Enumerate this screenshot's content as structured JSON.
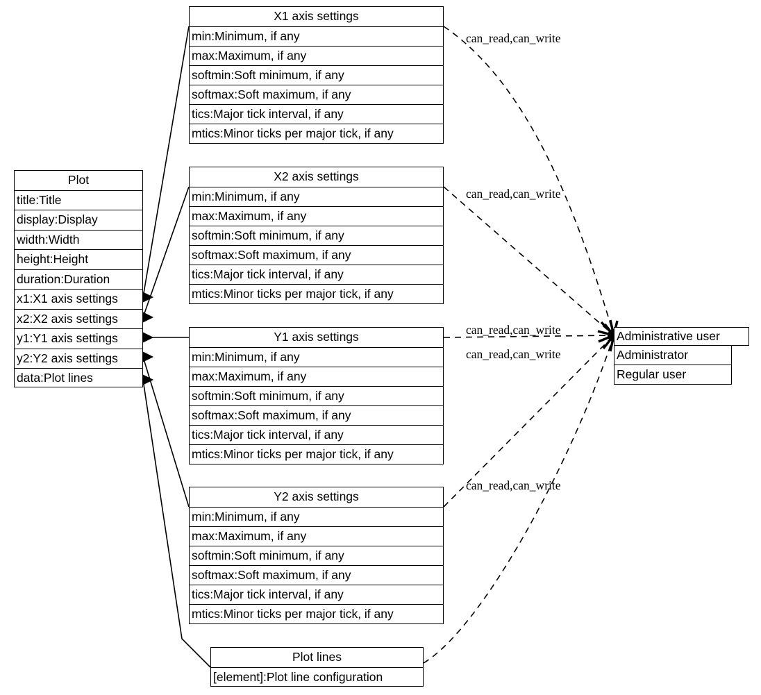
{
  "diagram": {
    "type": "uml-class-diagram",
    "title": "Plot configuration class diagram",
    "background_color": "#ffffff",
    "line_color": "#000000",
    "composition_marker": "filled-diamond",
    "permission_line_style": "dashed"
  },
  "classes": {
    "plot": {
      "name": "Plot",
      "attributes": [
        "title:Title",
        "display:Display",
        "width:Width",
        "height:Height",
        "duration:Duration",
        "x1:X1 axis settings",
        "x2:X2 axis settings",
        "y1:Y1 axis settings",
        "y2:Y2 axis settings",
        "data:Plot lines"
      ]
    },
    "x1": {
      "name": "X1 axis settings",
      "attributes": [
        "min:Minimum, if any",
        "max:Maximum, if any",
        "softmin:Soft minimum, if any",
        "softmax:Soft maximum, if any",
        "tics:Major tick interval, if any",
        "mtics:Minor ticks per major tick, if any"
      ]
    },
    "x2": {
      "name": "X2 axis settings",
      "attributes": [
        "min:Minimum, if any",
        "max:Maximum, if any",
        "softmin:Soft minimum, if any",
        "softmax:Soft maximum, if any",
        "tics:Major tick interval, if any",
        "mtics:Minor ticks per major tick, if any"
      ]
    },
    "y1": {
      "name": "Y1 axis settings",
      "attributes": [
        "min:Minimum, if any",
        "max:Maximum, if any",
        "softmin:Soft minimum, if any",
        "softmax:Soft maximum, if any",
        "tics:Major tick interval, if any",
        "mtics:Minor ticks per major tick, if any"
      ]
    },
    "y2": {
      "name": "Y2 axis settings",
      "attributes": [
        "min:Minimum, if any",
        "max:Maximum, if any",
        "softmin:Soft minimum, if any",
        "softmax:Soft maximum, if any",
        "tics:Major tick interval, if any",
        "mtics:Minor ticks per major tick, if any"
      ]
    },
    "plot_lines": {
      "name": "Plot lines",
      "attributes": [
        "[element]:Plot line configuration"
      ]
    },
    "roles": {
      "name": "Administrative user",
      "attributes": [
        "Administrator",
        "Regular user"
      ]
    }
  },
  "edge_labels": {
    "x1": "can_read,can_write",
    "x2": "can_read,can_write",
    "y1": "can_read,can_write",
    "y2": "can_read,can_write",
    "roles_extra": "can_read,can_write"
  }
}
